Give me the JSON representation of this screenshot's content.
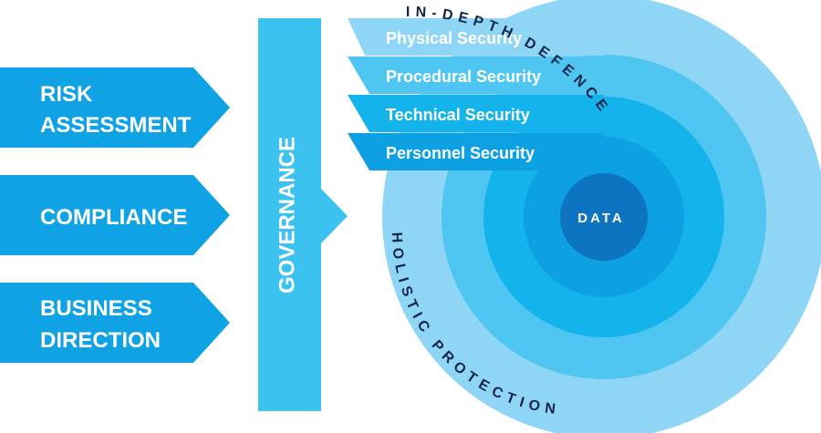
{
  "inputs": [
    {
      "line1": "RISK",
      "line2": "ASSESSMENT"
    },
    {
      "line1": "COMPLIANCE",
      "line2": ""
    },
    {
      "line1": "BUSINESS",
      "line2": "DIRECTION"
    }
  ],
  "governance": {
    "label": "GOVERNANCE"
  },
  "layers": [
    {
      "label": "Physical Security"
    },
    {
      "label": "Procedural Security"
    },
    {
      "label": "Technical Security"
    },
    {
      "label": "Personnel Security"
    }
  ],
  "core": {
    "label": "DATA"
  },
  "arc_labels": {
    "top": "IN-DEPTH DEFENCE",
    "bottom": "HOLISTIC PROTECTION"
  },
  "colors": {
    "arrow_blue": "#0fa3e6",
    "governance_blue": "#3cc2f0",
    "layer1": "#8fd6f6",
    "layer2": "#4ec6f1",
    "layer3": "#14b3ec",
    "layer4": "#0da0e2",
    "core": "#0c74c0",
    "dark_text": "#14264a",
    "white": "#ffffff"
  }
}
